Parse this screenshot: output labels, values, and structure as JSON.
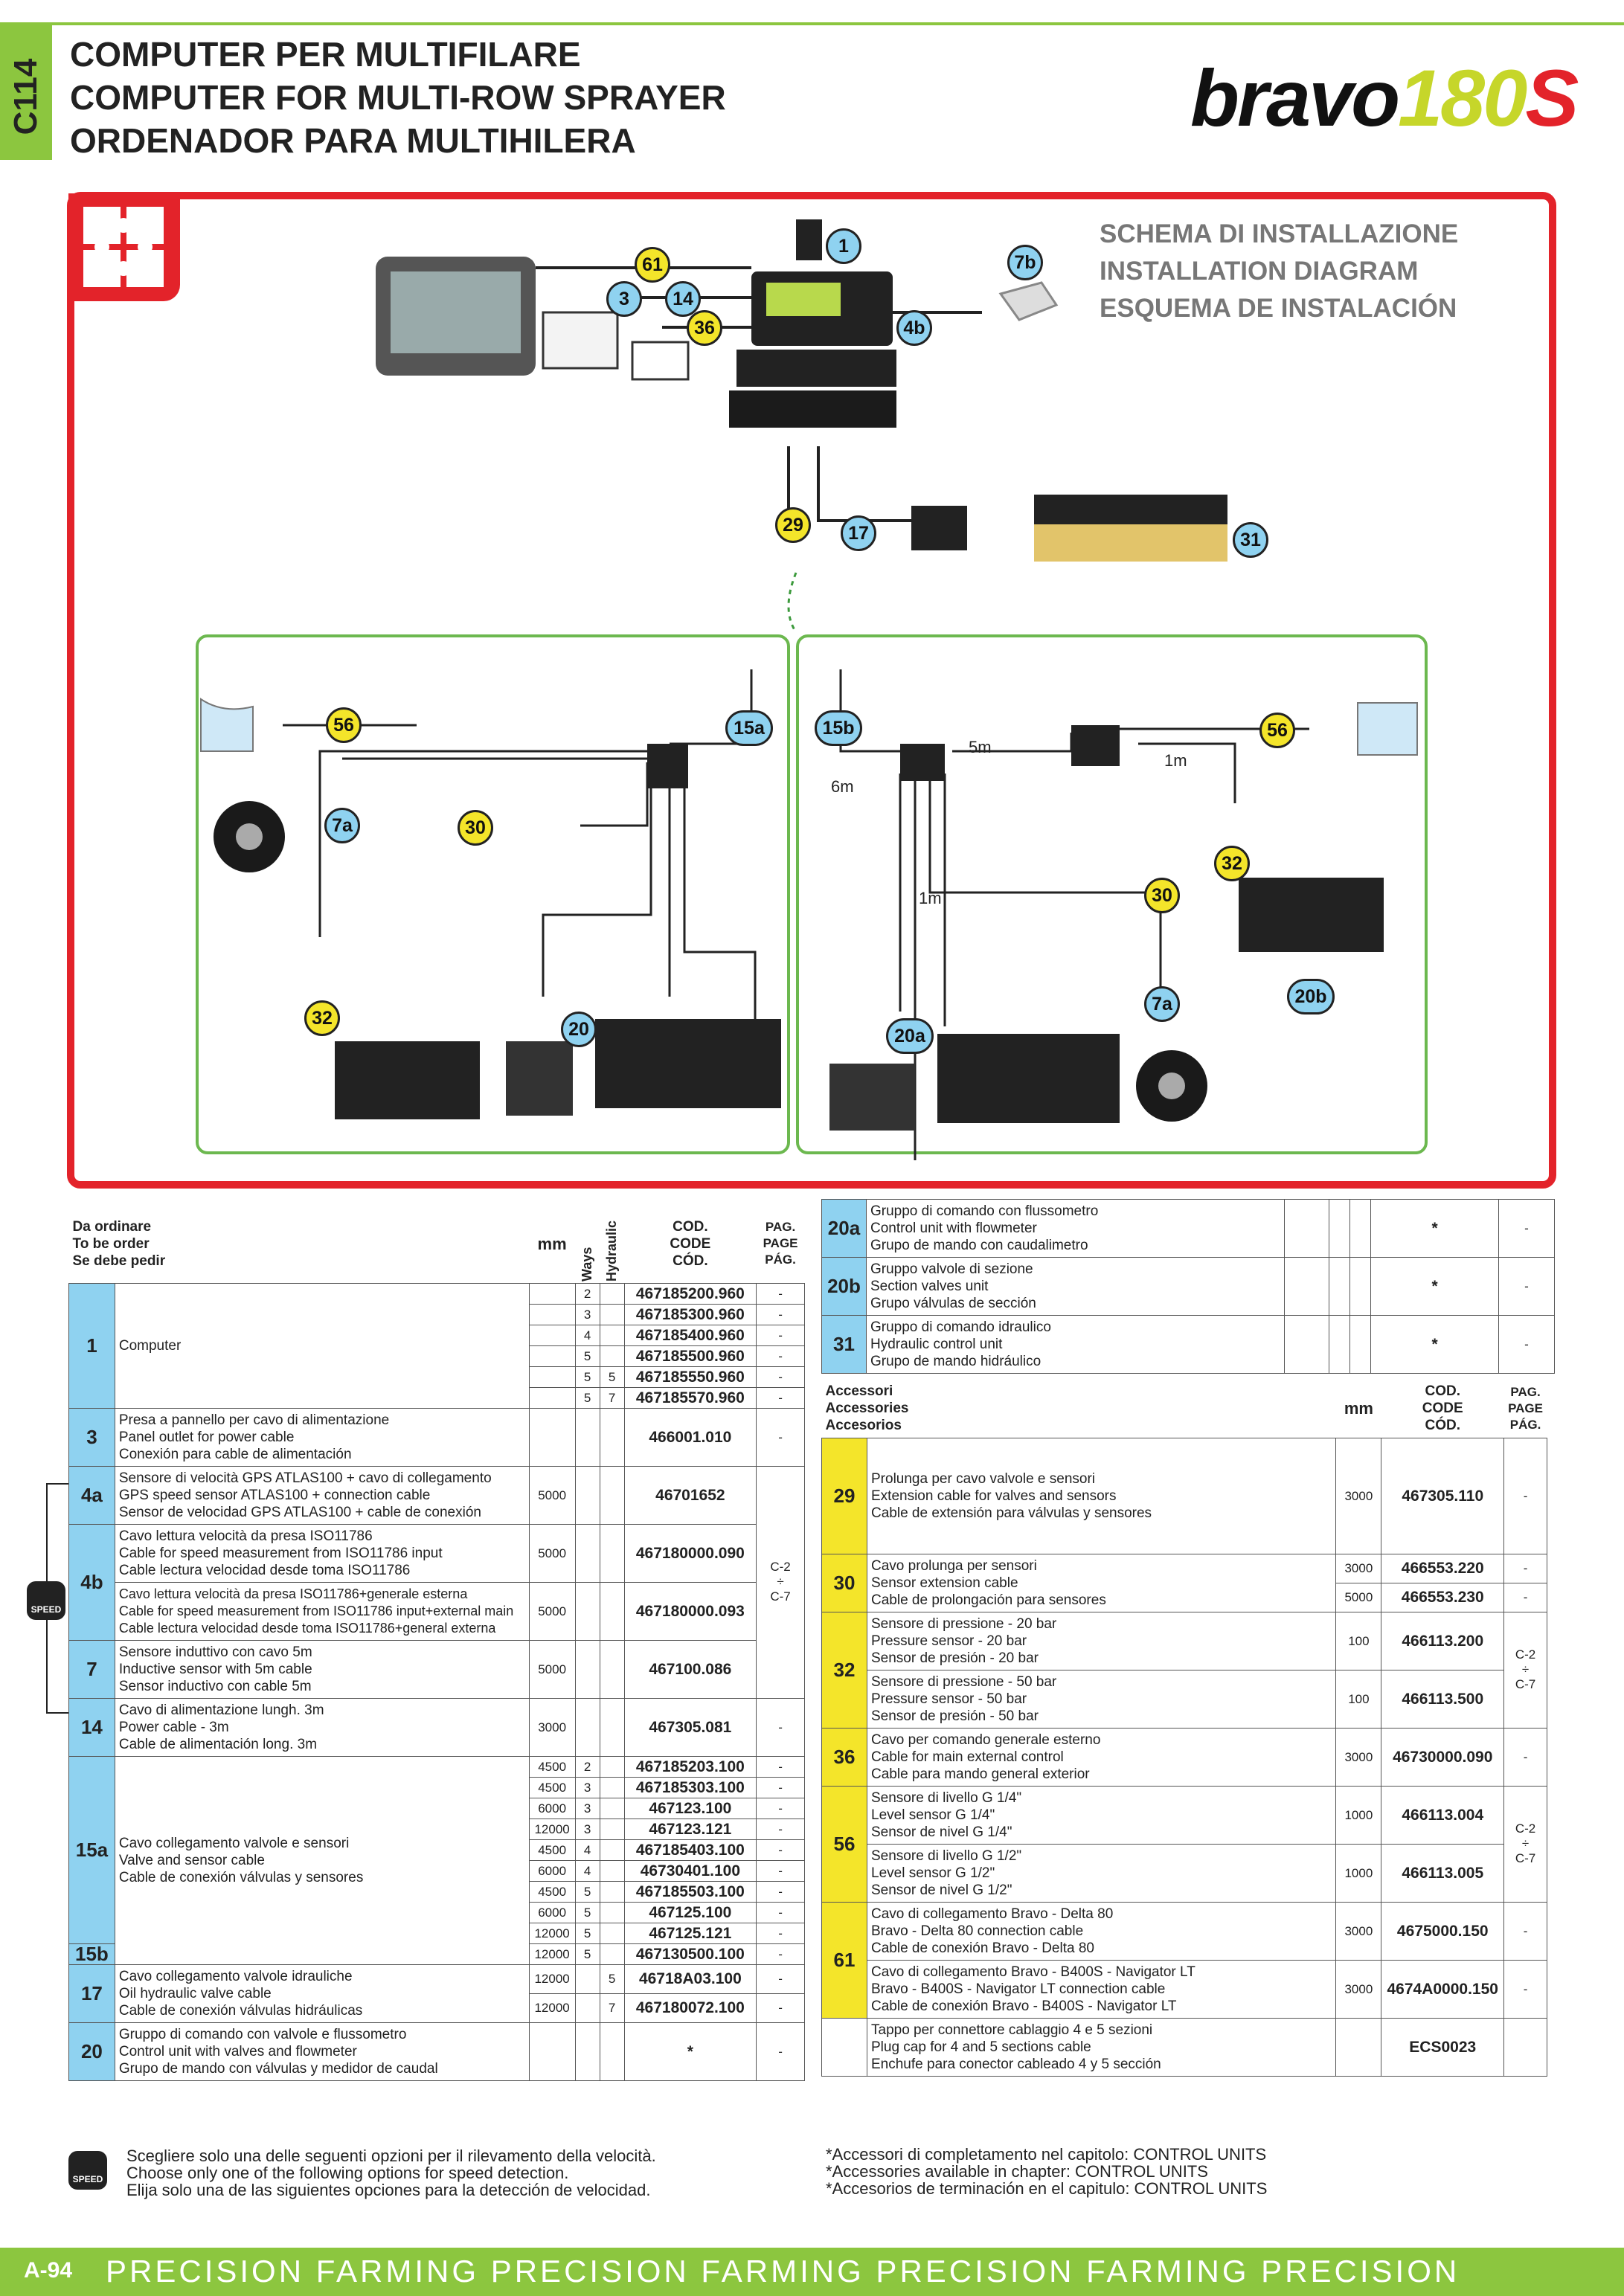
{
  "header": {
    "tab_code": "C114",
    "title_it": "COMPUTER PER MULTIFILARE",
    "title_en": "COMPUTER FOR MULTI-ROW SPRAYER",
    "title_es": "ORDENADOR PARA MULTIHILERA",
    "logo_part1": "bravo",
    "logo_part2": "180",
    "logo_part3": "S"
  },
  "diagram": {
    "title_it": "SCHEMA DI INSTALLAZIONE",
    "title_en": "INSTALLATION DIAGRAM",
    "title_es": "ESQUEMA DE INSTALACIÓN",
    "callouts": [
      "1",
      "61",
      "3",
      "14",
      "36",
      "7b",
      "4b",
      "29",
      "17",
      "31",
      "56",
      "15a",
      "7a",
      "30",
      "32",
      "20",
      "15b",
      "56",
      "32",
      "30",
      "7a",
      "20b",
      "20a"
    ],
    "dist_5m": "5m",
    "dist_6m": "6m",
    "dist_1m_a": "1m",
    "dist_1m_b": "1m"
  },
  "left_table": {
    "h_it": "Da ordinare",
    "h_en": "To be order",
    "h_es": "Se debe pedir",
    "h_mm": "mm",
    "h_ways": "Ways",
    "h_hyd": "Hydraulic",
    "h_code1": "COD.",
    "h_code2": "CODE",
    "h_code3": "CÓD.",
    "h_pag1": "PAG.",
    "h_pag2": "PAGE",
    "h_pag3": "PÁG.",
    "r1_num": "1",
    "r1_desc": "Computer",
    "r1": [
      {
        "ways": "2",
        "hyd": "",
        "code": "467185200.960",
        "pag": "-"
      },
      {
        "ways": "3",
        "hyd": "",
        "code": "467185300.960",
        "pag": "-"
      },
      {
        "ways": "4",
        "hyd": "",
        "code": "467185400.960",
        "pag": "-"
      },
      {
        "ways": "5",
        "hyd": "",
        "code": "467185500.960",
        "pag": "-"
      },
      {
        "ways": "5",
        "hyd": "5",
        "code": "467185550.960",
        "pag": "-"
      },
      {
        "ways": "5",
        "hyd": "7",
        "code": "467185570.960",
        "pag": "-"
      }
    ],
    "r3_num": "3",
    "r3_desc": "Presa a pannello per cavo di alimentazione\nPanel outlet for power cable\nConexión para cable de alimentación",
    "r3_code": "466001.010",
    "r3_pag": "-",
    "r4a_num": "4a",
    "r4a_desc": "Sensore di velocità GPS ATLAS100 + cavo di collegamento\nGPS speed sensor ATLAS100 + connection cable\nSensor de velocidad GPS ATLAS100 + cable de conexión",
    "r4a_mm": "5000",
    "r4a_code": "46701652",
    "r4b_num": "4b",
    "r4b1_desc": "Cavo lettura velocità da presa ISO11786\nCable for speed measurement from ISO11786 input\nCable lectura velocidad desde toma ISO11786",
    "r4b1_mm": "5000",
    "r4b1_code": "467180000.090",
    "r4b2_desc": "Cavo lettura velocità da presa ISO11786+generale esterna\nCable for speed measurement from ISO11786 input+external main\nCable lectura velocidad desde toma ISO11786+general externa",
    "r4b2_mm": "5000",
    "r4b2_code": "467180000.093",
    "speed_pag": "C-2\n÷\nC-7",
    "r7_num": "7",
    "r7_desc": "Sensore induttivo con cavo 5m\nInductive sensor with 5m cable\nSensor inductivo con cable 5m",
    "r7_mm": "5000",
    "r7_code": "467100.086",
    "r14_num": "14",
    "r14_desc": "Cavo di alimentazione lungh. 3m\nPower cable - 3m\nCable de alimentación long. 3m",
    "r14_mm": "3000",
    "r14_code": "467305.081",
    "r14_pag": "-",
    "r15a_num": "15a",
    "r15b_num": "15b",
    "r15_desc": "Cavo collegamento valvole e sensori\nValve and sensor cable\nCable de conexión válvulas y sensores",
    "r15": [
      {
        "mm": "4500",
        "ways": "2",
        "code": "467185203.100",
        "pag": "-"
      },
      {
        "mm": "4500",
        "ways": "3",
        "code": "467185303.100",
        "pag": "-"
      },
      {
        "mm": "6000",
        "ways": "3",
        "code": "467123.100",
        "pag": "-"
      },
      {
        "mm": "12000",
        "ways": "3",
        "code": "467123.121",
        "pag": "-"
      },
      {
        "mm": "4500",
        "ways": "4",
        "code": "467185403.100",
        "pag": "-"
      },
      {
        "mm": "6000",
        "ways": "4",
        "code": "46730401.100",
        "pag": "-"
      },
      {
        "mm": "4500",
        "ways": "5",
        "code": "467185503.100",
        "pag": "-"
      },
      {
        "mm": "6000",
        "ways": "5",
        "code": "467125.100",
        "pag": "-"
      },
      {
        "mm": "12000",
        "ways": "5",
        "code": "467125.121",
        "pag": "-"
      },
      {
        "mm": "12000",
        "ways": "5",
        "code": "467130500.100",
        "pag": "-"
      }
    ],
    "r17_num": "17",
    "r17_desc": "Cavo collegamento valvole idrauliche\nOil hydraulic valve cable\nCable de conexión válvulas hidráulicas",
    "r17a_mm": "12000",
    "r17a_hyd": "5",
    "r17a_code": "46718A03.100",
    "r17a_pag": "-",
    "r17b_mm": "12000",
    "r17b_hyd": "7",
    "r17b_code": "467180072.100",
    "r17b_pag": "-",
    "r20_num": "20",
    "r20_desc": "Gruppo di comando con valvole e flussometro\nControl unit with valves and flowmeter\nGrupo de mando con válvulas y medidor de caudal",
    "r20_code": "*",
    "r20_pag": "-"
  },
  "right_table": {
    "r20a_num": "20a",
    "r20a_desc": "Gruppo di comando con flussometro\nControl unit with flowmeter\nGrupo de mando con caudalimetro",
    "r20a_code": "*",
    "r20a_pag": "-",
    "r20b_num": "20b",
    "r20b_desc": "Gruppo valvole di sezione\nSection valves unit\nGrupo válvulas de sección",
    "r20b_code": "*",
    "r20b_pag": "-",
    "r31_num": "31",
    "r31_desc": "Gruppo di comando idraulico\nHydraulic control unit\nGrupo de mando hidráulico",
    "r31_code": "*",
    "r31_pag": "-",
    "acc_it": "Accessori",
    "acc_en": "Accessories",
    "acc_es": "Accesorios",
    "h_mm": "mm",
    "h_code1": "COD.",
    "h_code2": "CODE",
    "h_code3": "CÓD.",
    "h_pag1": "PAG.",
    "h_pag2": "PAGE",
    "h_pag3": "PÁG.",
    "r29_num": "29",
    "r29_desc": "Prolunga per cavo valvole e sensori\nExtension cable for valves and sensors\nCable de extensión para válvulas y sensores",
    "r29_mm": "3000",
    "r29_code": "467305.110",
    "r29_pag": "-",
    "r30_num": "30",
    "r30_desc": "Cavo prolunga per sensori\nSensor extension cable\nCable de prolongación para sensores",
    "r30a_mm": "3000",
    "r30a_code": "466553.220",
    "r30a_pag": "-",
    "r30b_mm": "5000",
    "r30b_code": "466553.230",
    "r30b_pag": "-",
    "r32_num": "32",
    "r32a_desc": "Sensore di pressione - 20 bar\nPressure sensor - 20 bar\nSensor de presión - 20 bar",
    "r32a_mm": "100",
    "r32a_code": "466113.200",
    "r32b_desc": "Sensore di pressione - 50 bar\nPressure sensor - 50 bar\nSensor de presión - 50 bar",
    "r32b_mm": "100",
    "r32b_code": "466113.500",
    "r32_pag": "C-2\n÷\nC-7",
    "r36_num": "36",
    "r36_desc": "Cavo per comando generale esterno\nCable for main external control\nCable para mando general exterior",
    "r36_mm": "3000",
    "r36_code": "46730000.090",
    "r36_pag": "-",
    "r56_num": "56",
    "r56a_desc": "Sensore di livello G 1/4\"\nLevel sensor G 1/4\"\nSensor de nivel G 1/4\"",
    "r56a_mm": "1000",
    "r56a_code": "466113.004",
    "r56b_desc": "Sensore di livello G 1/2\"\nLevel sensor G 1/2\"\nSensor de nivel G 1/2\"",
    "r56b_mm": "1000",
    "r56b_code": "466113.005",
    "r56_pag": "C-2\n÷\nC-7",
    "r61_num": "61",
    "r61a_desc": "Cavo di collegamento Bravo - Delta 80\nBravo - Delta 80 connection cable\nCable de conexión Bravo - Delta 80",
    "r61a_mm": "3000",
    "r61a_code": "4675000.150",
    "r61a_pag": "-",
    "r61b_desc": "Cavo di collegamento Bravo - B400S - Navigator LT\nBravo - B400S - Navigator LT connection cable\nCable de conexión Bravo - B400S - Navigator LT",
    "r61b_mm": "3000",
    "r61b_code": "4674A0000.150",
    "r61b_pag": "-",
    "rplug_desc": "Tappo per connettore cablaggio 4 e 5 sezioni\nPlug cap for 4 and 5 sections cable\nEnchufe para conector cableado 4 y 5 sección",
    "rplug_code": "ECS0023"
  },
  "notes": {
    "speed_label": "SPEED",
    "speed_it": "Scegliere solo una delle seguenti opzioni per il rilevamento della velocità.",
    "speed_en": "Choose only one of the following options for speed detection.",
    "speed_es": "Elija solo una de las siguientes opciones para la detección de velocidad.",
    "acc_it": "*Accessori di completamento nel capitolo: CONTROL UNITS",
    "acc_en": "*Accessories available in chapter: CONTROL UNITS",
    "acc_es": "*Accesorios de terminación en el capitulo: CONTROL UNITS"
  },
  "footer": {
    "page": "A-94",
    "text": "PRECISION FARMING  PRECISION FARMING  PRECISION FARMING  PRECISION"
  },
  "colors": {
    "green": "#8cc63f",
    "red": "#e3232a",
    "blue_callout": "#8fd2f0",
    "yellow_callout": "#f4e52a"
  }
}
